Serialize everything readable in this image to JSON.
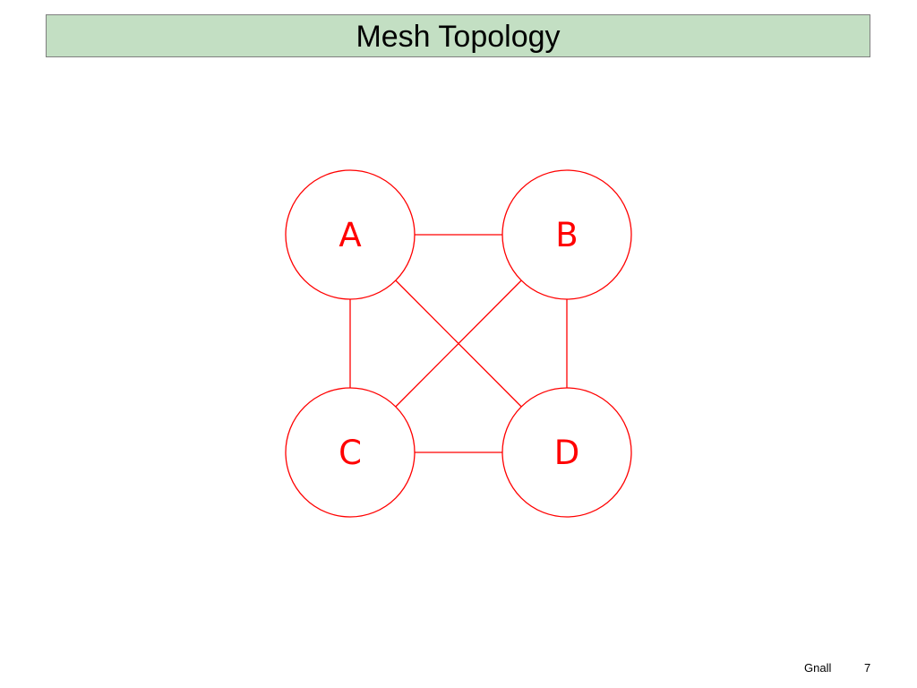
{
  "slide": {
    "title": "Mesh Topology",
    "footer_author": "Gnall",
    "page_number": "7"
  },
  "diagram": {
    "accent_color": "#ff0000",
    "nodes": [
      {
        "id": "A",
        "label": "A"
      },
      {
        "id": "B",
        "label": "B"
      },
      {
        "id": "C",
        "label": "C"
      },
      {
        "id": "D",
        "label": "D"
      }
    ],
    "links": [
      {
        "from": "A",
        "to": "B"
      },
      {
        "from": "A",
        "to": "C"
      },
      {
        "from": "A",
        "to": "D"
      },
      {
        "from": "B",
        "to": "C"
      },
      {
        "from": "B",
        "to": "D"
      },
      {
        "from": "C",
        "to": "D"
      }
    ]
  }
}
